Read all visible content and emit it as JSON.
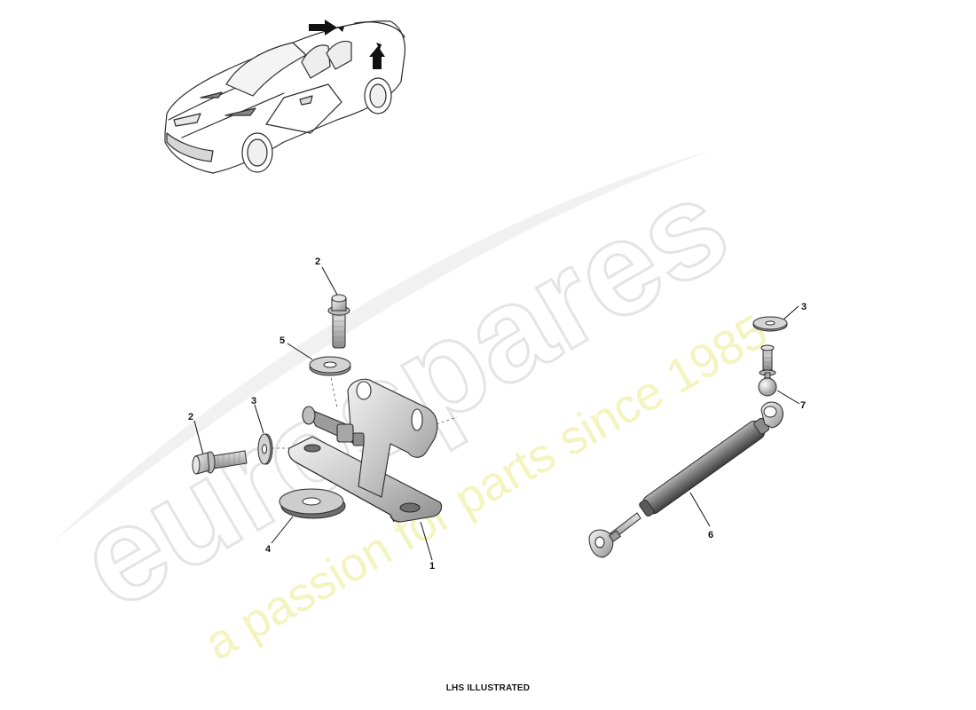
{
  "watermark": {
    "brand": "eurospares",
    "tagline": "a passion for parts since 1985",
    "brand_color": "#e9e9e9",
    "tagline_color": "#f4f5b6"
  },
  "caption": "LHS ILLUSTRATED",
  "callouts": [
    {
      "id": "c2a",
      "label": "2"
    },
    {
      "id": "c5",
      "label": "5"
    },
    {
      "id": "c3a",
      "label": "3"
    },
    {
      "id": "c2b",
      "label": "2"
    },
    {
      "id": "c4",
      "label": "4"
    },
    {
      "id": "c1",
      "label": "1"
    },
    {
      "id": "c3b",
      "label": "3"
    },
    {
      "id": "c7",
      "label": "7"
    },
    {
      "id": "c6",
      "label": "6"
    }
  ],
  "parts": {
    "hinge": "boot-lid-hinge",
    "bolt": "flange-bolt",
    "washer": "washer",
    "pad": "rubber-pad",
    "strut": "gas-strut",
    "ball_stud": "ball-stud"
  },
  "colors": {
    "outline": "#2a2a2a",
    "metal_light": "#d9d9d9",
    "metal_mid": "#a9a9a9",
    "metal_dark": "#6f6f6f",
    "strut_body": "#7a7a7a",
    "arrow": "#111111"
  }
}
